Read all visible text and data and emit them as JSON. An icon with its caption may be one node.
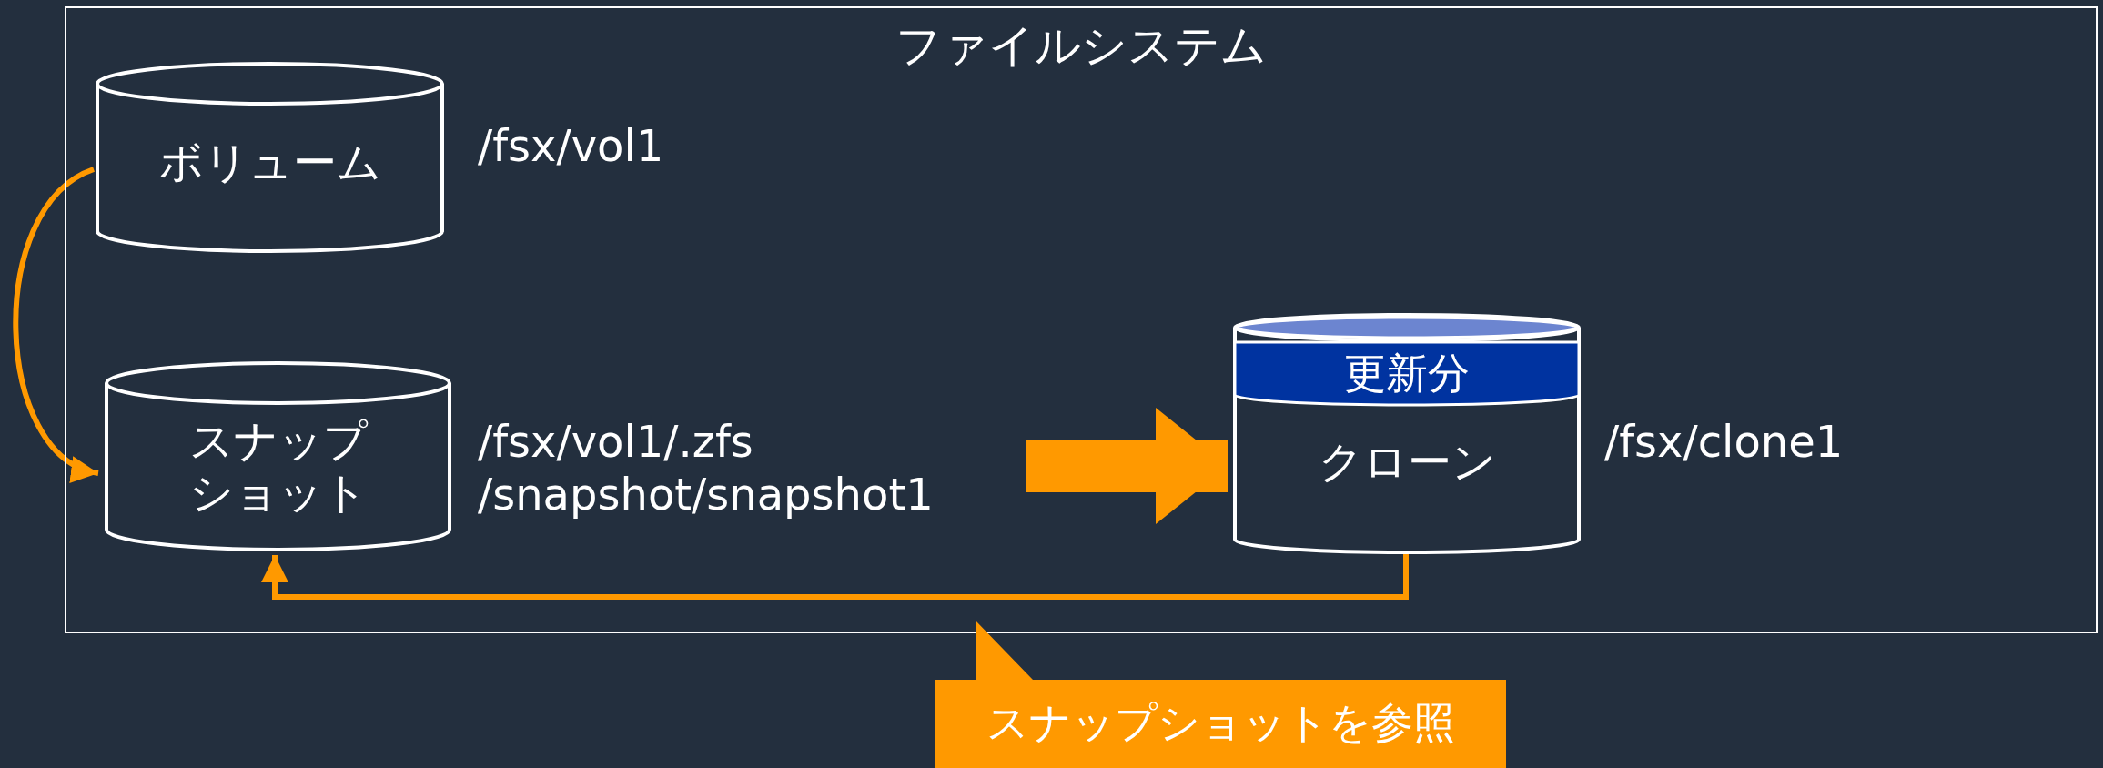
{
  "diagram": {
    "nodes": [
      {
        "text": [
          "ファイルシステム"
        ]
      },
      {
        "text": [
          "ボリューム"
        ],
        "in": 0,
        "beside": [
          "/fsx/vol1"
        ]
      },
      {
        "text": [
          "スナップショット"
        ],
        "in": 0,
        "beside": [
          "/fsx/vol1/.zfs /snapshot/snapshot1"
        ]
      },
      {
        "text": [
          "クローン"
        ],
        "in": 0,
        "beside": [
          "/fsx/clone1"
        ]
      },
      {
        "text": [
          "更新分"
        ],
        "in": 3
      },
      {
        "text": [
          "スナップショットを参照"
        ]
      }
    ],
    "edges": [
      {
        "from": 1,
        "to": 2,
        "arrow": "to"
      },
      {
        "from": 2,
        "to": 3,
        "arrow": "to",
        "style": "thick"
      },
      {
        "from": 3,
        "to": 2,
        "arrow": "to"
      }
    ]
  }
}
